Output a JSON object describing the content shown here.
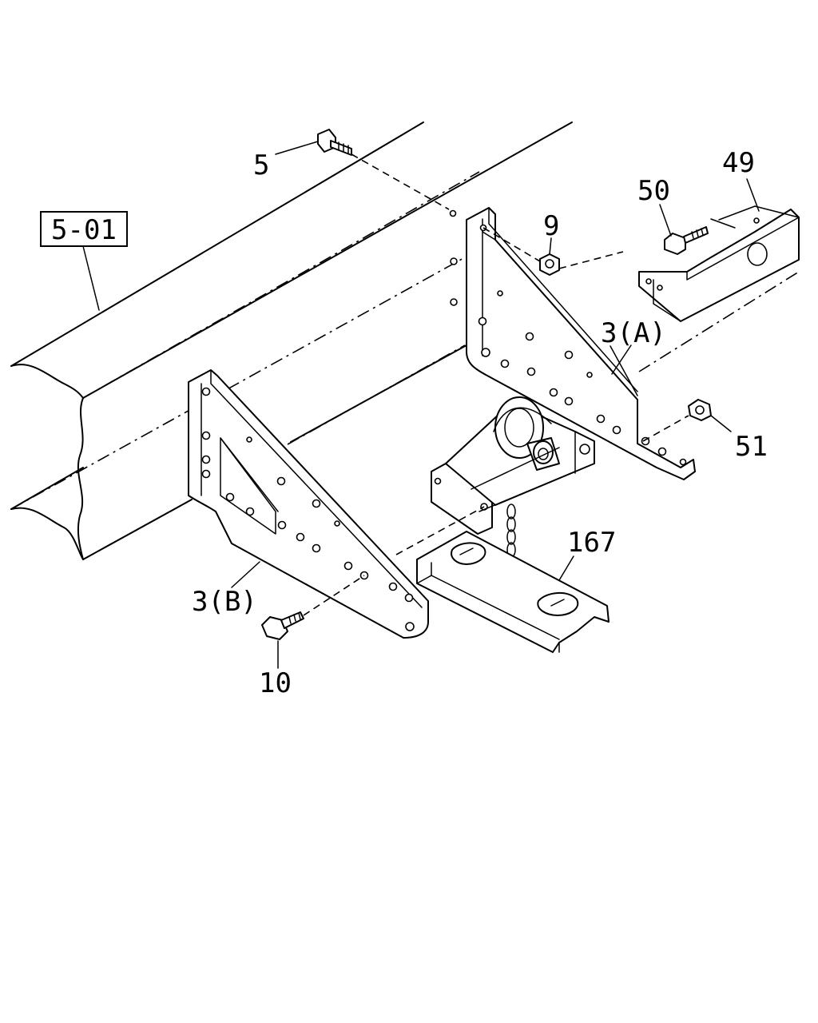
{
  "labels": {
    "ref_box": "5-01",
    "part_5": "5",
    "part_9": "9",
    "part_49": "49",
    "part_50": "50",
    "part_3a": "3(A)",
    "part_51": "51",
    "part_167": "167",
    "part_3b": "3(B)",
    "part_10": "10"
  }
}
